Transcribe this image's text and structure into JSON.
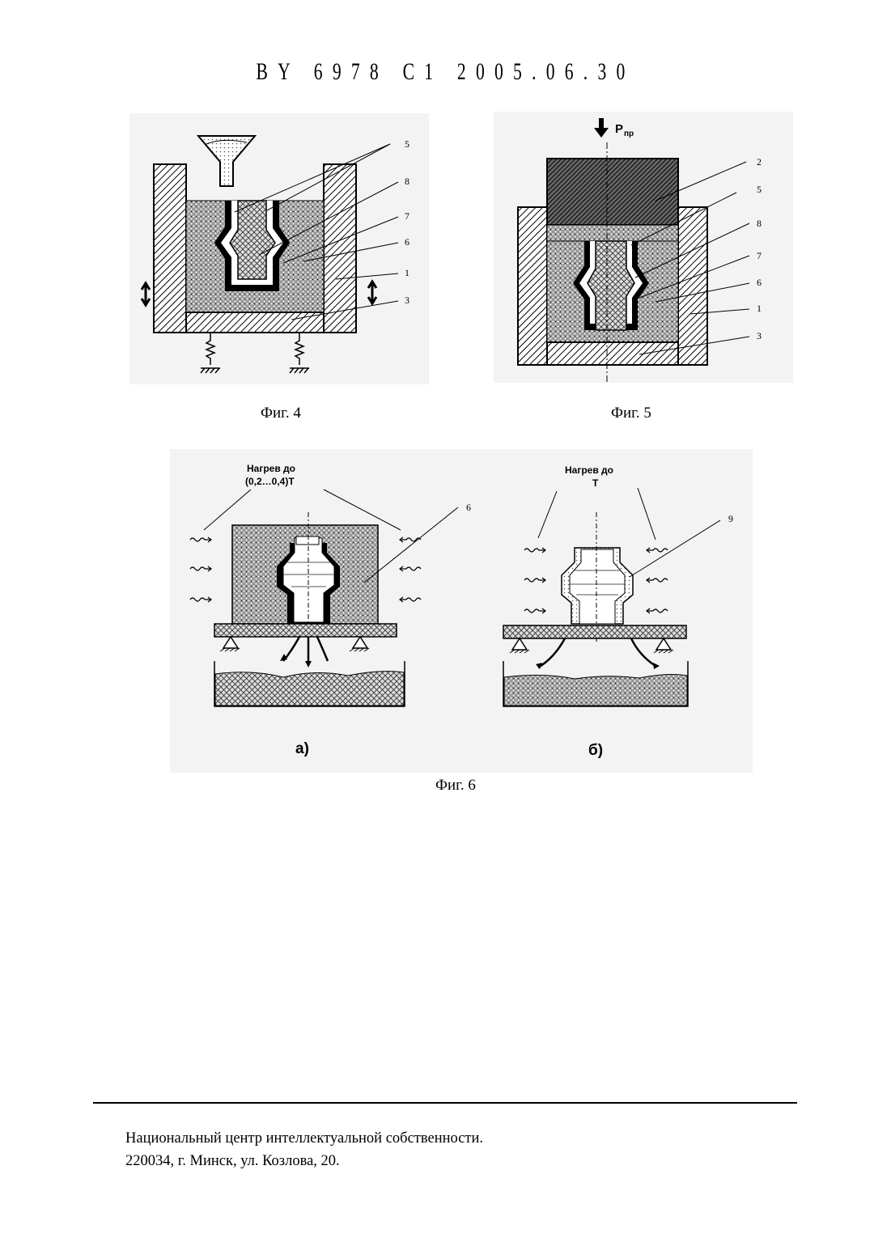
{
  "header": {
    "patent_id": "BY 6978 C1 2005.06.30"
  },
  "fig4": {
    "caption": "Фиг. 4",
    "labels": [
      "5",
      "8",
      "7",
      "6",
      "1",
      "3"
    ]
  },
  "fig5": {
    "caption": "Фиг. 5",
    "force_symbol": "P",
    "force_subscript": "пр",
    "labels": [
      "2",
      "5",
      "8",
      "7",
      "6",
      "1",
      "3"
    ]
  },
  "fig6": {
    "caption": "Фиг. 6",
    "a": {
      "heat_line1": "Нагрев до",
      "heat_line2": "(0,2…0,4)T",
      "label": "6",
      "sub": "а)"
    },
    "b": {
      "heat_line1": "Нагрев до",
      "heat_line2": "T",
      "label": "9",
      "sub": "б)"
    }
  },
  "footer": {
    "line1": "Национальный центр интеллектуальной собственности.",
    "line2": "220034, г. Минск, ул. Козлова, 20."
  }
}
